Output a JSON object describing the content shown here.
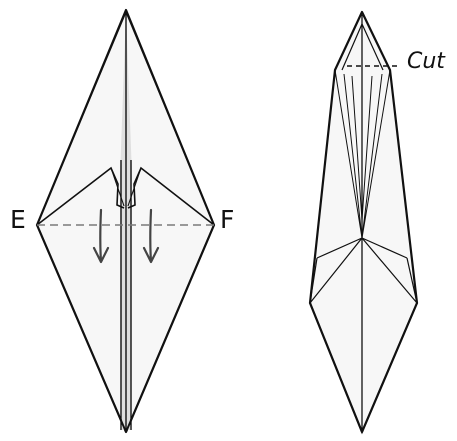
{
  "left_figure": {
    "label_left": "E",
    "label_right": "F"
  },
  "right_figure": {
    "cut_label": "Cut"
  },
  "colors": {
    "line": "#111111",
    "paper": "#f7f7f7",
    "shadow": "#d4d4d4",
    "dash": "#7a7a7a",
    "arrow": "#444444"
  }
}
